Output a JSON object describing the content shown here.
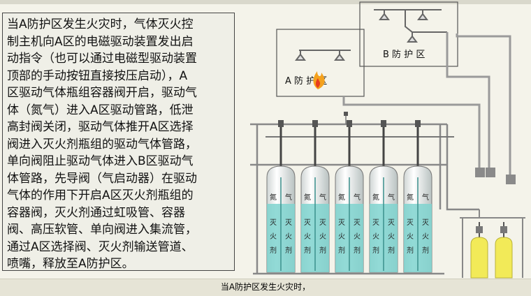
{
  "description": {
    "lines": [
      "当A防护区发生火灾时，气体灭火控",
      "制主机向A区的电磁驱动装置发出启",
      "动指令（也可以通过电磁型驱动装置",
      "顶部的手动按钮直接按压启动），A",
      "区驱动气体瓶组容器阀开启，驱动气",
      "体（氮气）进入A区驱动管路，低泄",
      "高封阀关闭，驱动气体推开A区选择",
      "阀进入灭火剂瓶组的驱动气体管路，",
      "单向阀阻止驱动气体进入B区驱动气",
      "体管路，先导阀（气启动器）在驱动",
      "气体的作用下开启A区灭火剂瓶组的",
      "容器阀，灭火剂通过虹吸管、容器",
      "阀、高压软管、单向阀进入集流管，",
      "通过A区选择阀、灭火剂输送管道、",
      "喷嘴，释放至A防护区。"
    ]
  },
  "zones": {
    "a_label": "A 防 护 区",
    "b_label": "B 防 护 区"
  },
  "cylinder": {
    "top_text": [
      "氮",
      "气"
    ],
    "body_text": [
      "灭",
      "火",
      "剂"
    ],
    "count": 5
  },
  "caption": "当A防护区发生火灾时，",
  "colors": {
    "liquid": "#7fd3cf",
    "driver_bottle": "#f2ea58",
    "pipe": "#9a9a9a",
    "fire": "#f4a11d"
  }
}
